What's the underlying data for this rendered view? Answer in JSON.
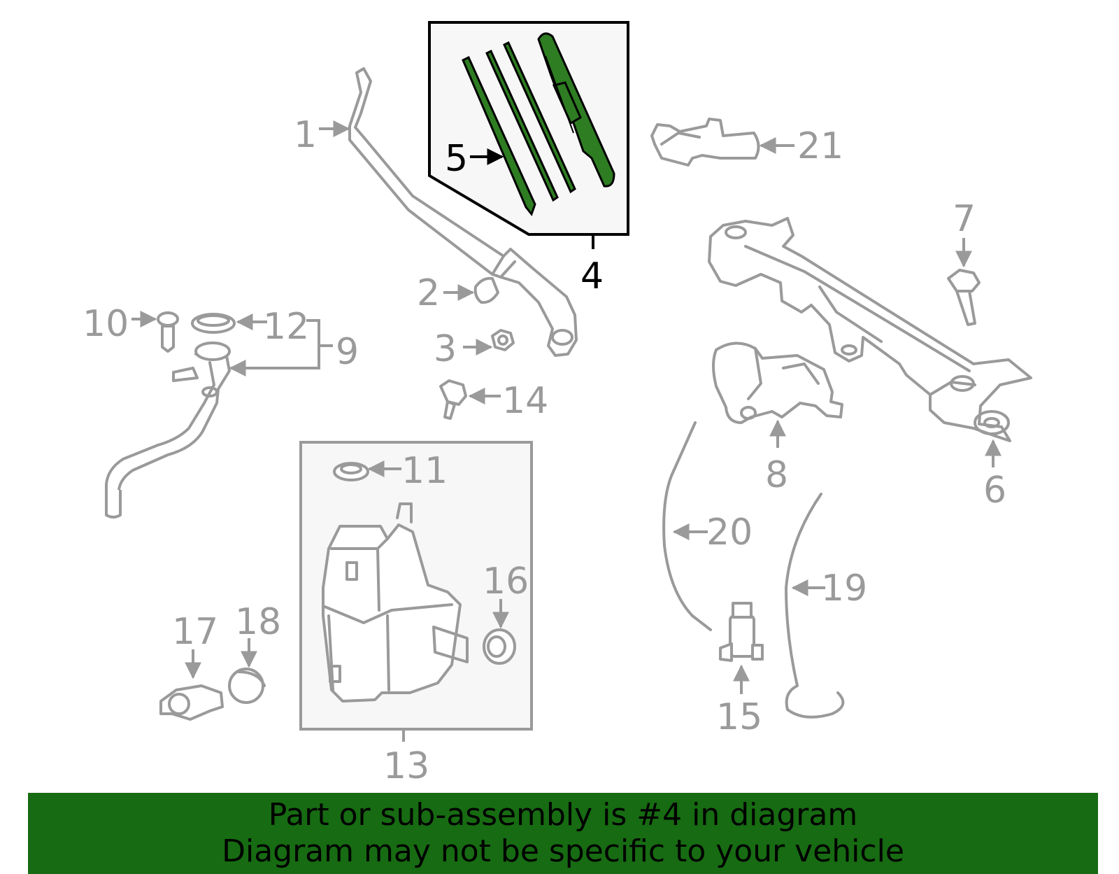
{
  "colors": {
    "banner_bg": "#176b12",
    "highlight_part": "#2e7d22",
    "outline_gray": "#9a9a9a"
  },
  "callouts": {
    "c1": "1",
    "c2": "2",
    "c3": "3",
    "c4": "4",
    "c5": "5",
    "c6": "6",
    "c7": "7",
    "c8": "8",
    "c9": "9",
    "c10": "10",
    "c11": "11",
    "c12": "12",
    "c13": "13",
    "c14": "14",
    "c15": "15",
    "c16": "16",
    "c17": "17",
    "c18": "18",
    "c19": "19",
    "c20": "20",
    "c21": "21"
  },
  "banner": {
    "line1": "Part or sub-assembly is #4 in diagram",
    "line2": "Diagram may not be specific to your vehicle"
  }
}
